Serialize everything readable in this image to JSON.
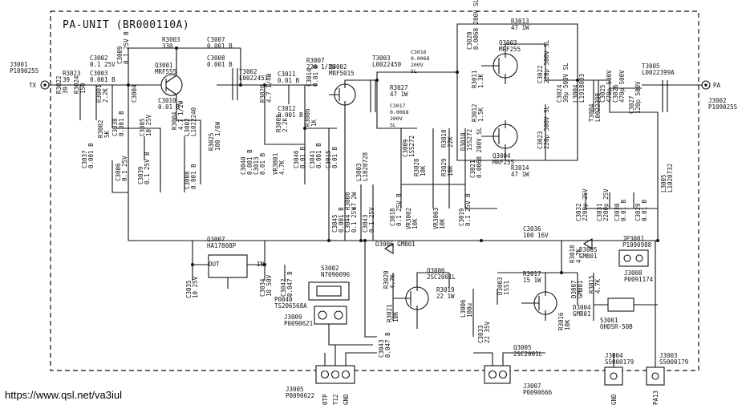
{
  "title": "PA-UNIT (BR000110A)",
  "url": "https://www.qsl.net/va3iul",
  "labels": [
    {
      "id": "j3001",
      "lines": [
        "J3001",
        "P1090255"
      ]
    },
    {
      "id": "tx",
      "lines": [
        "TX"
      ]
    },
    {
      "id": "pa",
      "lines": [
        "PA"
      ]
    },
    {
      "id": "j3002",
      "lines": [
        "J3002",
        "P1090255"
      ]
    },
    {
      "id": "r3023",
      "lines": [
        "R3023",
        "39"
      ]
    },
    {
      "id": "c3002",
      "lines": [
        "C3002",
        "0.1 25V"
      ]
    },
    {
      "id": "c3003",
      "lines": [
        "C3003",
        "0.001 B"
      ]
    },
    {
      "id": "r3003",
      "lines": [
        "R3003",
        "330"
      ]
    },
    {
      "id": "c3007",
      "lines": [
        "C3007",
        "0.001 B"
      ]
    },
    {
      "id": "c3008",
      "lines": [
        "C3008",
        "0.001 B"
      ]
    },
    {
      "id": "q3001",
      "lines": [
        "Q3001",
        "MRF555"
      ]
    },
    {
      "id": "c3010",
      "lines": [
        "C3010",
        "0.01 B"
      ]
    },
    {
      "id": "r3022",
      "lines": [
        "R3022",
        "39"
      ]
    },
    {
      "id": "r3024",
      "lines": [
        "R3024",
        "150"
      ]
    },
    {
      "id": "c3009",
      "lines": [
        "C3009",
        "0.1 25V B"
      ]
    },
    {
      "id": "r3001",
      "lines": [
        "R3001",
        "2.2K"
      ]
    },
    {
      "id": "c3004",
      "lines": [
        "C3004"
      ]
    },
    {
      "id": "r3002",
      "lines": [
        "R3002",
        "5K"
      ]
    },
    {
      "id": "c3038",
      "lines": [
        "C3038",
        "0.001 B"
      ]
    },
    {
      "id": "c3005",
      "lines": [
        "C3005",
        "10 25V"
      ]
    },
    {
      "id": "r3004",
      "lines": [
        "R3004",
        "4.7 1/2W"
      ]
    },
    {
      "id": "c3037",
      "lines": [
        "C3037",
        "0.001 B"
      ]
    },
    {
      "id": "c3006",
      "lines": [
        "C3006",
        "0.1 25V"
      ]
    },
    {
      "id": "c3039",
      "lines": [
        "C3039",
        "0.1 25V B"
      ]
    },
    {
      "id": "l3002",
      "lines": [
        "L3002",
        "L1022240"
      ]
    },
    {
      "id": "c3008b",
      "lines": [
        "C3008",
        "0.001 B"
      ]
    },
    {
      "id": "r3025",
      "lines": [
        "R3025",
        "100 1/6W"
      ]
    },
    {
      "id": "t3002",
      "lines": [
        "T3002",
        "L0022451"
      ]
    },
    {
      "id": "r3026",
      "lines": [
        "R3026",
        "4.7 1/4W"
      ]
    },
    {
      "id": "c3011",
      "lines": [
        "C3011",
        "0.01 B"
      ]
    },
    {
      "id": "c3012",
      "lines": [
        "C3012",
        "0.001 B"
      ]
    },
    {
      "id": "c3014",
      "lines": [
        "C3014",
        "0.01 B"
      ]
    },
    {
      "id": "r3005",
      "lines": [
        "R3005",
        "2.2K"
      ]
    },
    {
      "id": "r3006",
      "lines": [
        "R3006",
        "1K"
      ]
    },
    {
      "id": "r3007",
      "lines": [
        "R3007",
        "220 1/2W"
      ]
    },
    {
      "id": "q3002",
      "lines": [
        "Q3002",
        "MRF5015"
      ]
    },
    {
      "id": "c3040",
      "lines": [
        "C3040",
        "0.001 B"
      ]
    },
    {
      "id": "c3013",
      "lines": [
        "C3013",
        "0.01 B"
      ]
    },
    {
      "id": "vr3001",
      "lines": [
        "VR3001",
        "4.7K"
      ]
    },
    {
      "id": "c3046",
      "lines": [
        "C3046",
        "0.01 B"
      ]
    },
    {
      "id": "c3041",
      "lines": [
        "C3041",
        "0.001 B"
      ]
    },
    {
      "id": "c3015",
      "lines": [
        "C3015",
        "0.01 B"
      ]
    },
    {
      "id": "l3003",
      "lines": [
        "L3003",
        "L1020728"
      ]
    },
    {
      "id": "t3003",
      "lines": [
        "T3003",
        "L0022450"
      ]
    },
    {
      "id": "c3016",
      "lines": [
        "C3016",
        "0.0068",
        "200V",
        "SL"
      ]
    },
    {
      "id": "r3027",
      "lines": [
        "R3027",
        "47 1W"
      ]
    },
    {
      "id": "c3017",
      "lines": [
        "C3017",
        "0.0068",
        "200V",
        "SL"
      ]
    },
    {
      "id": "c3020",
      "lines": [
        "C3020",
        "0.0068 200V SL"
      ]
    },
    {
      "id": "r3013",
      "lines": [
        "R3013",
        "47 1W"
      ]
    },
    {
      "id": "q3003",
      "lines": [
        "Q3003",
        "MRF255"
      ]
    },
    {
      "id": "r3011",
      "lines": [
        "R3011",
        "1.3K"
      ]
    },
    {
      "id": "r3012",
      "lines": [
        "R3012",
        "1.5K"
      ]
    },
    {
      "id": "c3021",
      "lines": [
        "C3021",
        "0.0068 200V SL"
      ]
    },
    {
      "id": "q3004",
      "lines": [
        "Q3004",
        "MRF255"
      ]
    },
    {
      "id": "r3014",
      "lines": [
        "R3014",
        "47 1W"
      ]
    },
    {
      "id": "c3022",
      "lines": [
        "C3022",
        "220p 500V SL"
      ]
    },
    {
      "id": "c3023",
      "lines": [
        "C3023",
        "220p 500V SL"
      ]
    },
    {
      "id": "c3024",
      "lines": [
        "C3024",
        "39p 500V SL"
      ]
    },
    {
      "id": "l3004",
      "lines": [
        "L3004",
        "L1918003"
      ]
    },
    {
      "id": "t3004",
      "lines": [
        "T3004",
        "L0022398"
      ]
    },
    {
      "id": "c3025",
      "lines": [
        "C3025",
        "470p 500V"
      ]
    },
    {
      "id": "c3026",
      "lines": [
        "C3026",
        "470p 500V"
      ]
    },
    {
      "id": "c3027",
      "lines": [
        "C3027",
        "120p 500V"
      ]
    },
    {
      "id": "t3005",
      "lines": [
        "T3005",
        "L0022399A"
      ]
    },
    {
      "id": "c3009b",
      "lines": [
        "C3009",
        "1SS272"
      ]
    },
    {
      "id": "r3028",
      "lines": [
        "R3028",
        "10K"
      ]
    },
    {
      "id": "r3029",
      "lines": [
        "R3029",
        "10K"
      ]
    },
    {
      "id": "r3010",
      "lines": [
        "R3010",
        "22K"
      ]
    },
    {
      "id": "d3010",
      "lines": [
        "D3010",
        "1SS272"
      ]
    },
    {
      "id": "vr3002",
      "lines": [
        "VR3002",
        "10K"
      ]
    },
    {
      "id": "vr3003",
      "lines": [
        "VR3003",
        "10K"
      ]
    },
    {
      "id": "r3008",
      "lines": [
        "R3008",
        "47 2W"
      ]
    },
    {
      "id": "c3018",
      "lines": [
        "C3018",
        "0.1 25V B"
      ]
    },
    {
      "id": "c3019",
      "lines": [
        "C3019",
        "0.1 25V B"
      ]
    },
    {
      "id": "c3045",
      "lines": [
        "C3045",
        "0.001 B"
      ]
    },
    {
      "id": "c3044",
      "lines": [
        "C3044",
        "0.1 25V"
      ]
    },
    {
      "id": "c3043",
      "lines": [
        "C3043",
        "0.1 25V"
      ]
    },
    {
      "id": "c3032",
      "lines": [
        "C3032",
        "2200p 25V"
      ]
    },
    {
      "id": "c3031",
      "lines": [
        "C3031",
        "2200p 25V"
      ]
    },
    {
      "id": "c3030",
      "lines": [
        "C3030",
        "0.01 B"
      ]
    },
    {
      "id": "c3029",
      "lines": [
        "C3029",
        "0.01 B"
      ]
    },
    {
      "id": "l3005",
      "lines": [
        "L3005",
        "L1020732"
      ]
    },
    {
      "id": "c3036",
      "lines": [
        "C3036",
        "100 16V"
      ]
    },
    {
      "id": "d3006",
      "lines": [
        "D3006 GMB01"
      ]
    },
    {
      "id": "q3007",
      "lines": [
        "Q3007",
        "HA17808P"
      ]
    },
    {
      "id": "c3035",
      "lines": [
        "C3035",
        "10 25V"
      ]
    },
    {
      "id": "out",
      "lines": [
        "OUT"
      ]
    },
    {
      "id": "in",
      "lines": [
        "IN"
      ]
    },
    {
      "id": "c3034",
      "lines": [
        "C3034",
        "10 50V"
      ]
    },
    {
      "id": "c3042",
      "lines": [
        "C3042",
        "0.047 B"
      ]
    },
    {
      "id": "s3002",
      "lines": [
        "S3002",
        "N7090096"
      ]
    },
    {
      "id": "p0040",
      "lines": [
        "P0040",
        "TS206568A"
      ]
    },
    {
      "id": "j3009",
      "lines": [
        "J3009",
        "P0090621"
      ]
    },
    {
      "id": "r3020",
      "lines": [
        "R3020",
        "4.7K"
      ]
    },
    {
      "id": "q3006",
      "lines": [
        "Q3006",
        "2SC2001L"
      ]
    },
    {
      "id": "r3019",
      "lines": [
        "R3019",
        "22 1W"
      ]
    },
    {
      "id": "r3021",
      "lines": [
        "R3021",
        "10K"
      ]
    },
    {
      "id": "l3006",
      "lines": [
        "L3006",
        "100u"
      ]
    },
    {
      "id": "c3033",
      "lines": [
        "C3033",
        "22 35V"
      ]
    },
    {
      "id": "c3043b",
      "lines": [
        "C3043",
        "0.047 B"
      ]
    },
    {
      "id": "d3003",
      "lines": [
        "D3003",
        "1SS1"
      ]
    },
    {
      "id": "r3017",
      "lines": [
        "R3017",
        "15 1W"
      ]
    },
    {
      "id": "q3005",
      "lines": [
        "Q3005",
        "2SC2001L"
      ]
    },
    {
      "id": "r3016",
      "lines": [
        "R3016",
        "10K"
      ]
    },
    {
      "id": "d3007",
      "lines": [
        "D3007",
        "GMB01"
      ]
    },
    {
      "id": "r3015",
      "lines": [
        "R3015",
        "4.7K"
      ]
    },
    {
      "id": "d3004",
      "lines": [
        "D3004",
        "GMB01"
      ]
    },
    {
      "id": "r3018",
      "lines": [
        "R3018",
        "4.7K"
      ]
    },
    {
      "id": "d3005",
      "lines": [
        "D3005",
        "GMB01"
      ]
    },
    {
      "id": "jp3001",
      "lines": [
        "JP3001",
        "P1090988"
      ]
    },
    {
      "id": "j3008",
      "lines": [
        "J3008",
        "P0091174"
      ]
    },
    {
      "id": "s3001",
      "lines": [
        "S3001",
        "OHDSR-50B"
      ]
    },
    {
      "id": "j3005",
      "lines": [
        "J3005",
        "P0090622"
      ]
    },
    {
      "id": "otp",
      "lines": [
        "OTP"
      ]
    },
    {
      "id": "t12",
      "lines": [
        "T12"
      ]
    },
    {
      "id": "gnd1",
      "lines": [
        "GND"
      ]
    },
    {
      "id": "j3007",
      "lines": [
        "J3007",
        "P0090666"
      ]
    },
    {
      "id": "j3004",
      "lines": [
        "J3004",
        "S5000179"
      ]
    },
    {
      "id": "j3003",
      "lines": [
        "J3003",
        "S5000179"
      ]
    },
    {
      "id": "gnd2",
      "lines": [
        "GND"
      ]
    },
    {
      "id": "pa13",
      "lines": [
        "PA13"
      ]
    }
  ]
}
